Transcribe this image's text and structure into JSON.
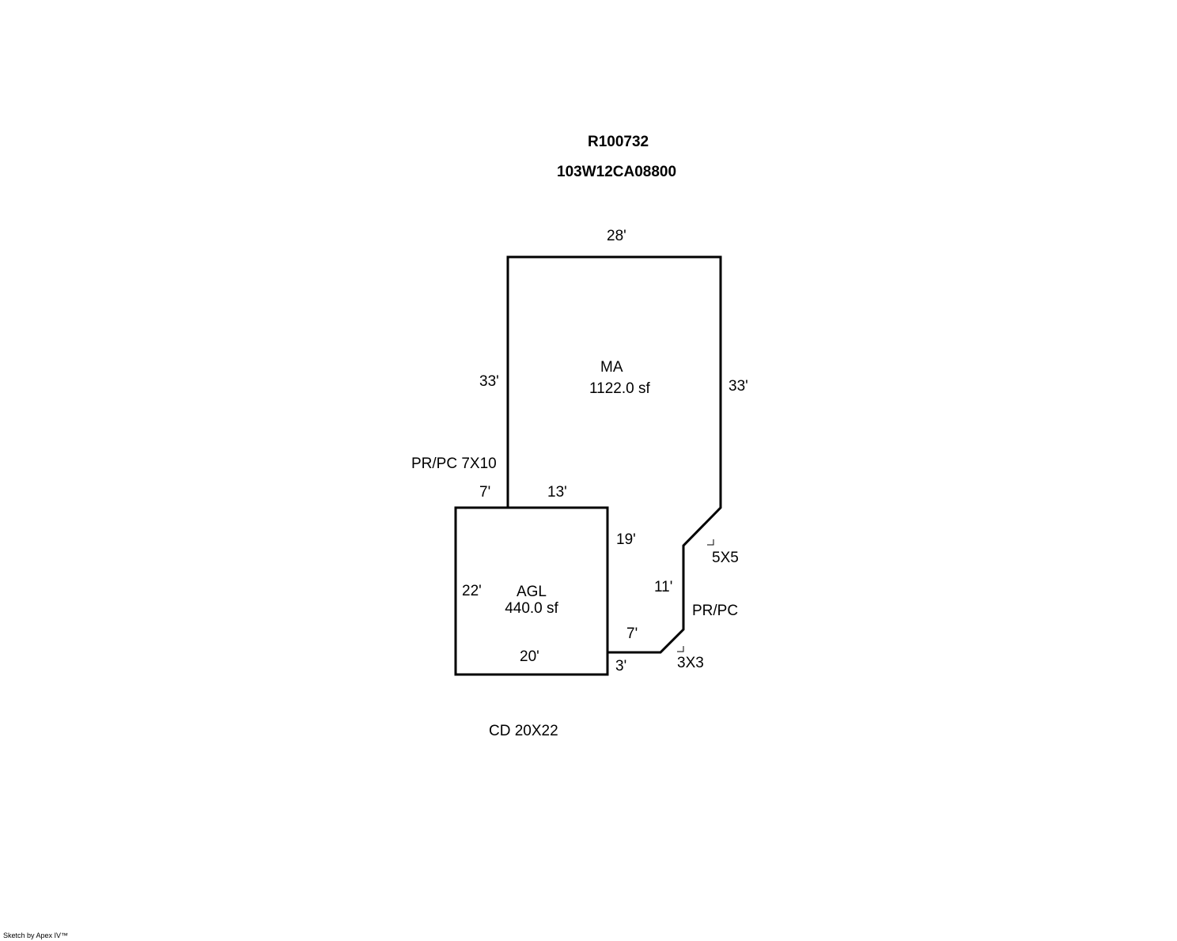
{
  "header": {
    "account_id": "R100732",
    "map_tax_lot": "103W12CA08800"
  },
  "areas": {
    "main": {
      "code": "MA",
      "area": "1122.0 sf"
    },
    "garage": {
      "code": "AGL",
      "area": "440.0 sf"
    }
  },
  "dimensions": {
    "ma_top": "28'",
    "ma_left": "33'",
    "ma_right": "33'",
    "porch_left_width": "7'",
    "agl_top_right": "13'",
    "step_right": "19'",
    "agl_left": "22'",
    "agl_bottom": "20'",
    "step_left": "11'",
    "step_bottom": "7'",
    "step_end": "3'"
  },
  "annotations": {
    "porch_left": "PR/PC 7X10",
    "corner_upper": "5X5",
    "porch_right": "PR/PC",
    "corner_lower": "3X3",
    "deck": "CD 20X22"
  },
  "credit": "Sketch by Apex IV™",
  "colors": {
    "line": "#000000",
    "background": "#ffffff"
  }
}
